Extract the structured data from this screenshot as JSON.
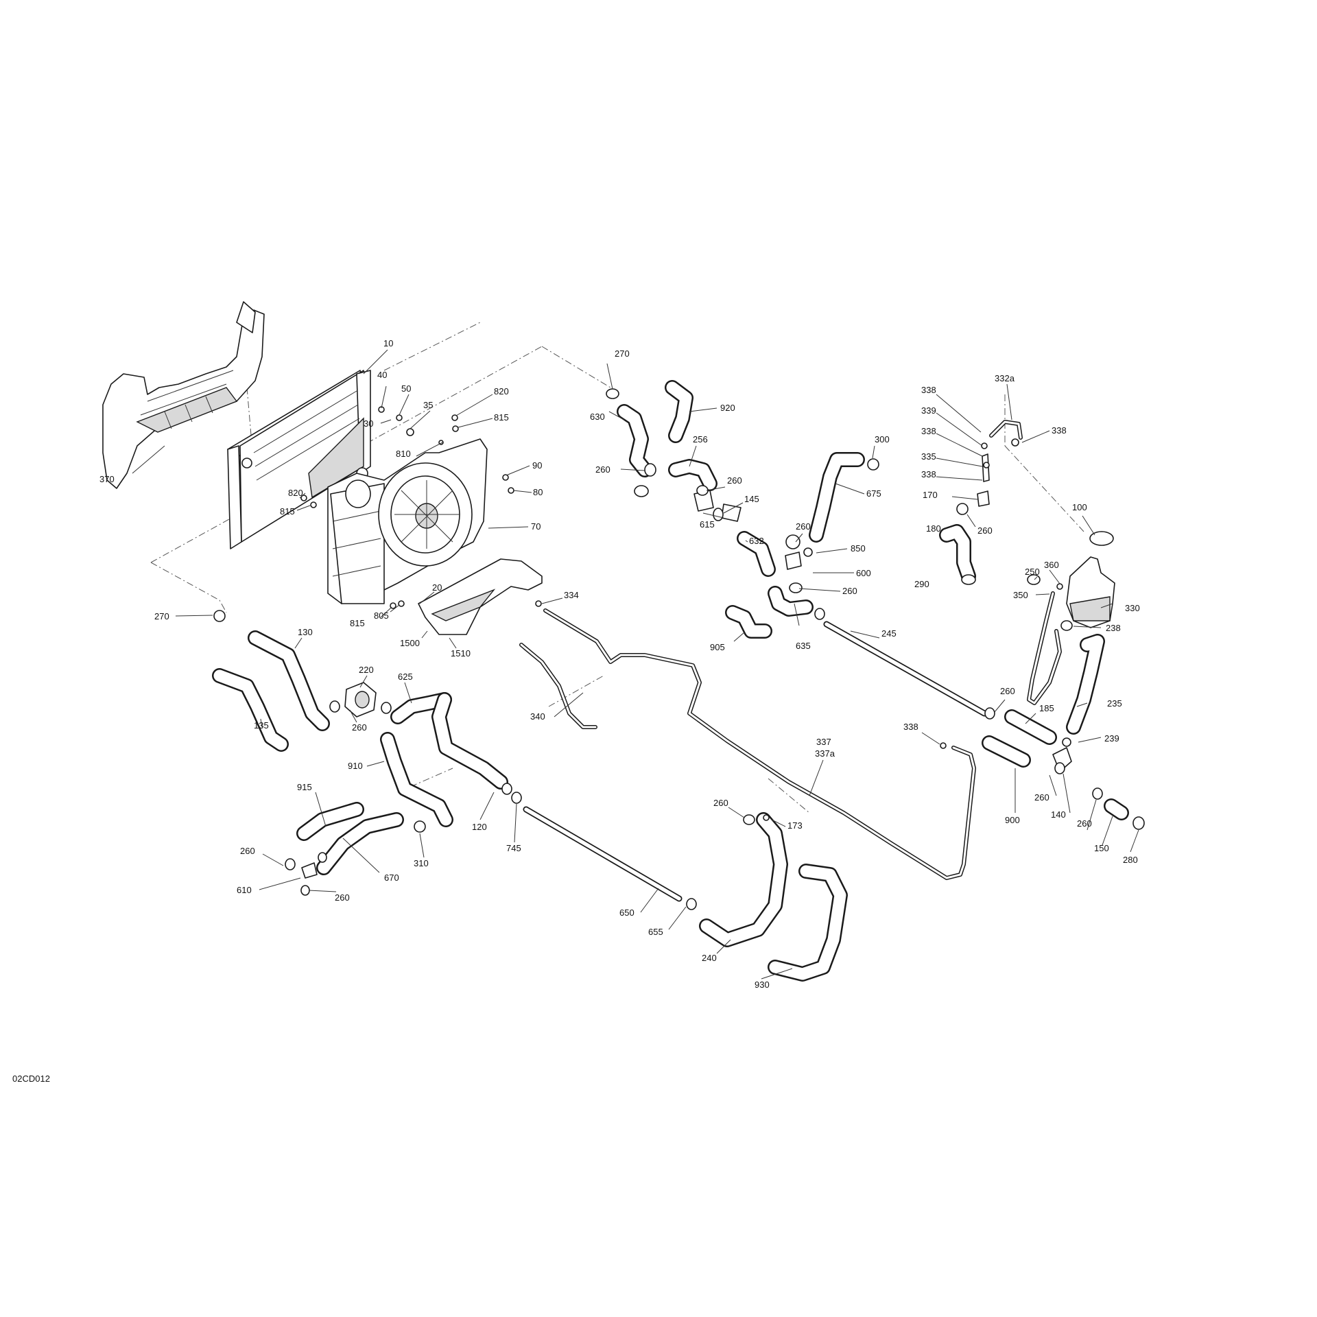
{
  "drawing_code": "02CD012",
  "callouts": {
    "c10": "10",
    "c40": "40",
    "c50": "50",
    "c35": "35",
    "c30": "30",
    "c820a": "820",
    "c815a": "815",
    "c810": "810",
    "c90": "90",
    "c80": "80",
    "c70": "70",
    "c820b": "820",
    "c815b": "815",
    "c370": "370",
    "c270a": "270",
    "c20": "20",
    "c815c": "815",
    "c805": "805",
    "c1500": "1500",
    "c1510": "1510",
    "c334": "334",
    "c130": "130",
    "c220": "220",
    "c625": "625",
    "c260a": "260",
    "c135": "135",
    "c340": "340",
    "c910": "910",
    "c915": "915",
    "c120": "120",
    "c745": "745",
    "c310": "310",
    "c670": "670",
    "c260b": "260",
    "c610": "610",
    "c260c": "260",
    "c650": "650",
    "c655": "655",
    "c240": "240",
    "c930": "930",
    "c260d": "260",
    "c173": "173",
    "c337": "337",
    "c337a": "337a",
    "c270b": "270",
    "c630": "630",
    "c920": "920",
    "c260e": "260",
    "c256": "256",
    "c260f": "260",
    "c145": "145",
    "c615": "615",
    "c632": "632",
    "c300": "300",
    "c675": "675",
    "c260g": "260",
    "c850": "850",
    "c600": "600",
    "c260h": "260",
    "c905": "905",
    "c635": "635",
    "c245": "245",
    "c338a": "338",
    "c339": "339",
    "c338b": "338",
    "c335": "335",
    "c338c": "338",
    "c170": "170",
    "c332a": "332a",
    "c338d": "338",
    "c180": "180",
    "c260i": "260",
    "c100": "100",
    "c290": "290",
    "c250": "250",
    "c360": "360",
    "c350": "350",
    "c330": "330",
    "c238": "238",
    "c235": "235",
    "c260j": "260",
    "c185": "185",
    "c338e": "338",
    "c239": "239",
    "c900": "900",
    "c260k": "260",
    "c140": "140",
    "c260l": "260",
    "c150": "150",
    "c280": "280"
  },
  "colors": {
    "line": "#1a1a1a",
    "background": "#ffffff",
    "shade": "#d9d9d9"
  }
}
